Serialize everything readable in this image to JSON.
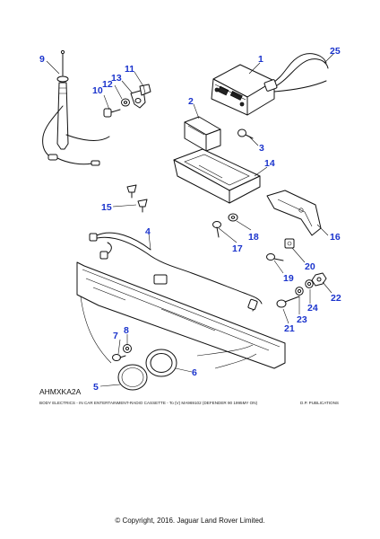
{
  "diagram": {
    "reference_code": "AHMXKA2A",
    "caption": "BODY ELECTRICS - IN CAR ENTERTAINMENT-RADIO CASSETTE - To (V) MA969102 (DEFENDER 90 1995MY ON)",
    "publisher": "D.P. PUBLICATIONS",
    "callout_color": "#1a33cc",
    "callouts": [
      {
        "id": "1",
        "label": "1"
      },
      {
        "id": "2",
        "label": "2"
      },
      {
        "id": "3",
        "label": "3"
      },
      {
        "id": "4",
        "label": "4"
      },
      {
        "id": "5",
        "label": "5"
      },
      {
        "id": "6",
        "label": "6"
      },
      {
        "id": "7",
        "label": "7"
      },
      {
        "id": "8",
        "label": "8"
      },
      {
        "id": "9",
        "label": "9"
      },
      {
        "id": "10",
        "label": "10"
      },
      {
        "id": "11",
        "label": "11"
      },
      {
        "id": "12",
        "label": "12"
      },
      {
        "id": "13",
        "label": "13"
      },
      {
        "id": "14",
        "label": "14"
      },
      {
        "id": "15",
        "label": "15"
      },
      {
        "id": "16",
        "label": "16"
      },
      {
        "id": "17",
        "label": "17"
      },
      {
        "id": "18",
        "label": "18"
      },
      {
        "id": "19",
        "label": "19"
      },
      {
        "id": "20",
        "label": "20"
      },
      {
        "id": "21",
        "label": "21"
      },
      {
        "id": "22",
        "label": "22"
      },
      {
        "id": "23",
        "label": "23"
      },
      {
        "id": "24",
        "label": "24"
      },
      {
        "id": "25",
        "label": "25"
      }
    ]
  },
  "footer": {
    "copyright": "© Copyright, 2016. Jaguar Land Rover Limited."
  }
}
